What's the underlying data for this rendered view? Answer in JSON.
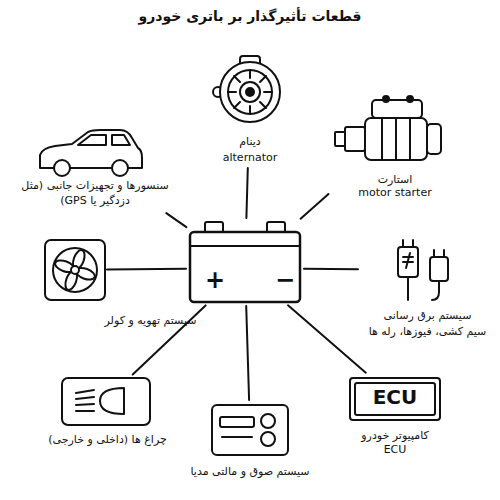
{
  "diagram": {
    "title": "قطعات تأثیرگذار بر باتری خودرو",
    "nodes": [
      {
        "text": [
          "+",
          "−"
        ]
      },
      {
        "text": [
          "دینام",
          "alternator"
        ]
      },
      {
        "text": [
          "استارت",
          "motor starter"
        ]
      },
      {
        "text": [
          "سیستم برق رسانی",
          "سیم کشی، فیوزها، رله ها"
        ]
      },
      {
        "text": [
          "ECU",
          "کامپیوتر خودرو",
          "ECU"
        ]
      },
      {
        "text": [
          "سیستم صوق و مالتی مدیا"
        ]
      },
      {
        "text": [
          "چراغ ها (داخلی و خارجی)"
        ]
      },
      {
        "text": [
          "سیستم تهویه و کولر"
        ]
      },
      {
        "text": [
          "سنسورها و تجهیزات جانبی (مثل دزدگیر یا GPS)"
        ]
      }
    ],
    "edges": [
      {
        "from": 0,
        "to": 1,
        "arrow": "none"
      },
      {
        "from": 0,
        "to": 2,
        "arrow": "none"
      },
      {
        "from": 0,
        "to": 3,
        "arrow": "none"
      },
      {
        "from": 0,
        "to": 4,
        "arrow": "none"
      },
      {
        "from": 0,
        "to": 5,
        "arrow": "none"
      },
      {
        "from": 0,
        "to": 6,
        "arrow": "none"
      },
      {
        "from": 0,
        "to": 7,
        "arrow": "none"
      },
      {
        "from": 0,
        "to": 8,
        "arrow": "none"
      }
    ]
  }
}
